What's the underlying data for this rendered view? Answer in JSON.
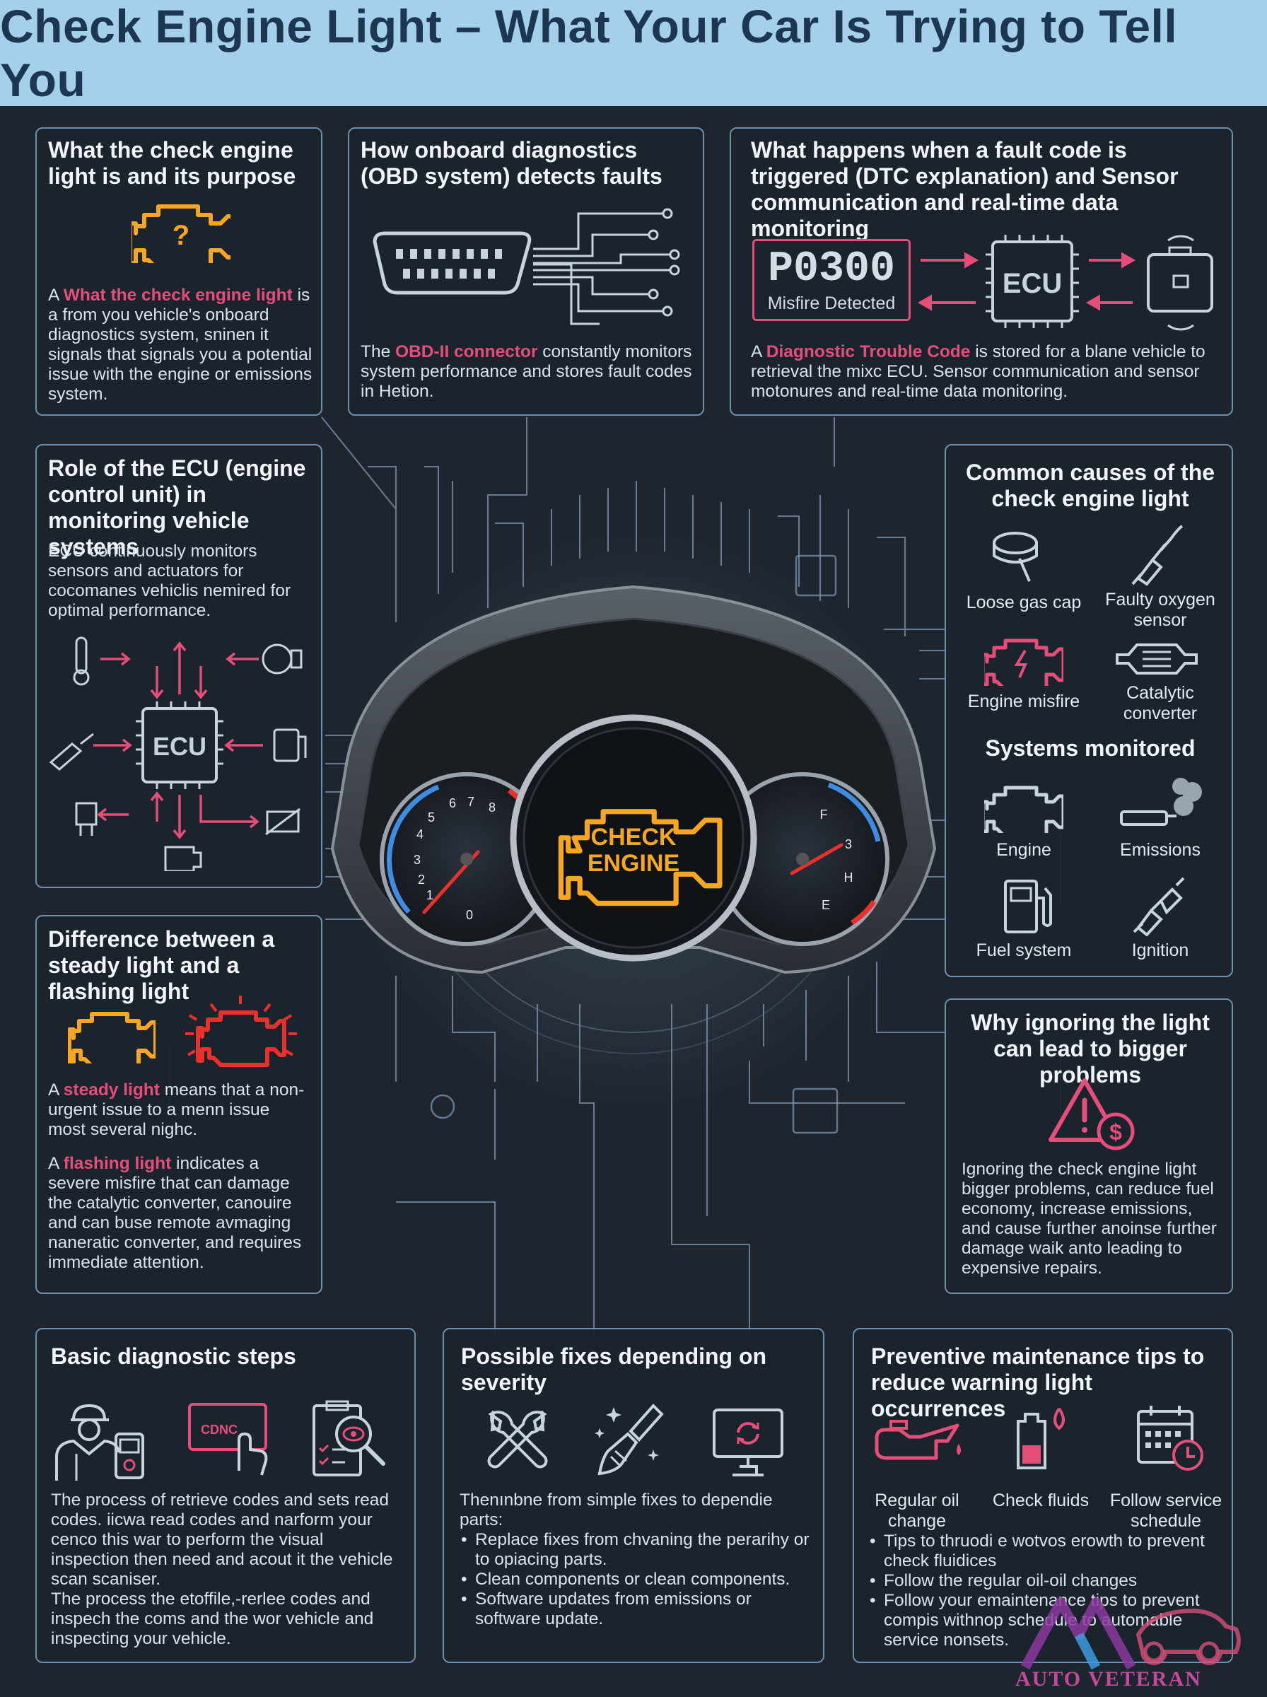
{
  "title": "Check Engine Light – What Your Car Is Trying to Tell You",
  "p1": {
    "title": "What the check engine light is and its purpose",
    "pre": "A ",
    "highlight": "What the check engine light",
    "body": " is a from you vehicle's onboard diagnostics system, sninen it signals that signals you a potential issue with the engine or emissions system."
  },
  "p2": {
    "title": "How onboard diagnostics (OBD system) detects faults",
    "pre": "The ",
    "highlight": "OBD-II connector",
    "body": " constantly monitors system performance and stores fault codes in Hetion."
  },
  "p3": {
    "title": "What happens when a fault code is triggered (DTC explanation) and Sensor communication and real-time data monitoring",
    "code": "P0300",
    "code_sub": "Misfire Detected",
    "ecu": "ECU",
    "pre": "A ",
    "highlight": "Diagnostic Trouble Code",
    "body": " is stored for a blane vehicle to retrieval the mixc ECU. Sensor communication and sensor motonures and real-time data monitoring."
  },
  "p4": {
    "title": "Role of the ECU (engine control unit) in monitoring vehicle systems",
    "body": "ECU continuously monitors sensors and actuators for cocomanes vehiclis nemired for optimal performance.",
    "ecu": "ECU"
  },
  "p5": {
    "title": "Common causes of the check engine light",
    "items": [
      "Loose gas cap",
      "Faulty oxygen sensor",
      "Engine misfire",
      "Catalytic converter"
    ],
    "sub_title": "Systems monitored",
    "systems": [
      "Engine",
      "Emissions",
      "Fuel system",
      "Ignition"
    ]
  },
  "p6": {
    "title": "Difference between a steady light and a flashing light",
    "pre1": "A ",
    "hl1": "steady light",
    "body1": " means that a non-urgent issue to a menn issue most several nighc.",
    "pre2": "A ",
    "hl2": "flashing light",
    "body2": " indicates a severe misfire that can damage the catalytic converter, canouire and can buse remote avmaging naneratic converter, and requires immediate attention."
  },
  "p7": {
    "title": "Why ignoring the light can lead to bigger problems",
    "body": "Ignoring the check engine light bigger problems, can reduce fuel economy, increase emissions, and cause further anoinse further damage waik anto leading to expensive repairs."
  },
  "dash": {
    "line1": "CHECK",
    "line2": "ENGINE",
    "tach_ticks": [
      "1",
      "2",
      "3",
      "4",
      "5",
      "6",
      "7",
      "8",
      "0"
    ],
    "fuel_ticks": [
      "F",
      "3",
      "H",
      "E"
    ]
  },
  "p8": {
    "title": "Basic diagnostic steps",
    "screen": "CDNC",
    "body1": "The process of retrieve codes and sets read codes. iicwa read codes and narform your cenco this war to perform the visual inspection then need and acout it the vehicle scan scaniser.",
    "body2": "The process the etoffile,-rerlee codes and inspech the coms and the wor vehicle and inspecting your vehicle."
  },
  "p9": {
    "title": "Possible fixes depending on severity",
    "intro": "Thenınbne from simple fixes to dependie parts:",
    "bullets": [
      "Replace fixes from chvaning the perarihy or to opiacing parts.",
      "Clean components or clean components.",
      "Software updates from emissions or software update."
    ]
  },
  "p10": {
    "title": "Preventive maintenance tips to reduce warning light occurrences",
    "icons": [
      "Regular oil change",
      "Check fluids",
      "Follow service schedule"
    ],
    "bullets": [
      "Tips to thruodi e wotvos erowth to prevent check fluidices",
      "Follow the regular oil-oil changes",
      "Follow your emaintenance tips to prevent compis withnop schedule to automable service nonsets."
    ]
  },
  "logo": {
    "letters": "AV",
    "text": "AUTO VETERAN"
  },
  "colors": {
    "header_bg": "#a5d0ec",
    "title": "#1d3652",
    "accent": "#e64e7a",
    "amber": "#f5a623",
    "red": "#e8302c",
    "border": "#6f8fb0"
  }
}
